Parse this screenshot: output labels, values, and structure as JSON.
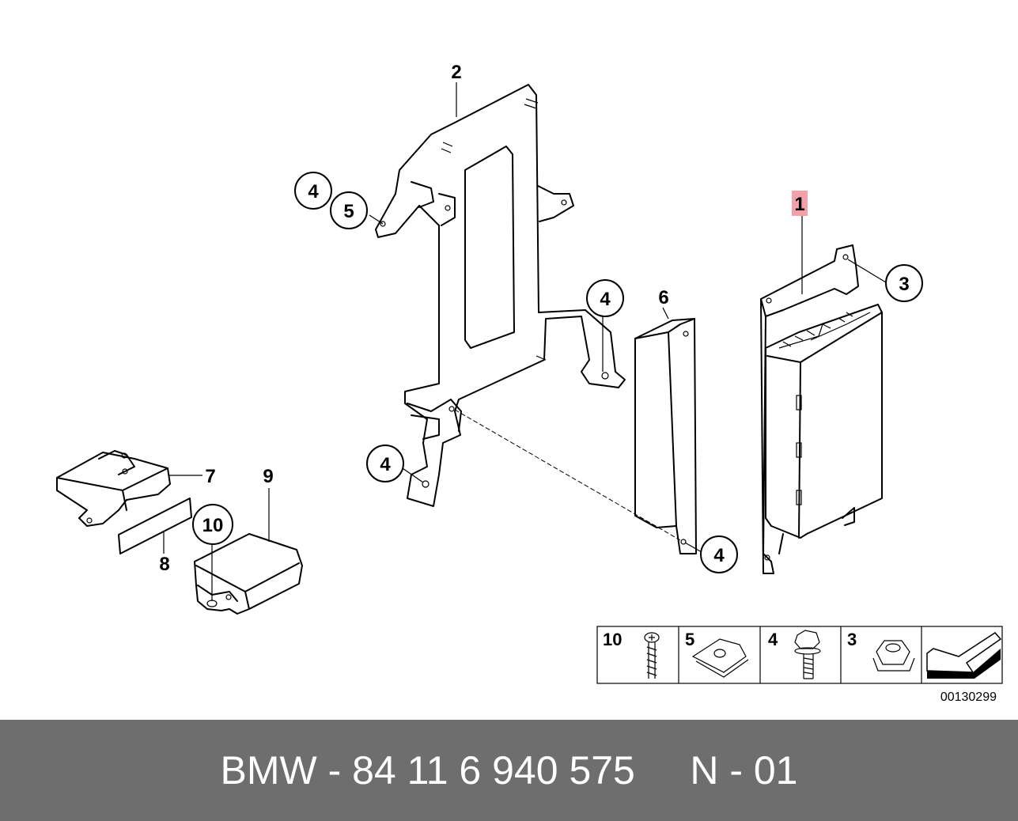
{
  "callouts": {
    "c1": "1",
    "c2": "2",
    "c3": "3",
    "c4a": "4",
    "c4b": "4",
    "c4c": "4",
    "c4d": "4",
    "c5": "5",
    "c6": "6",
    "c7": "7",
    "c8": "8",
    "c9": "9",
    "c10": "10"
  },
  "legend": {
    "items": [
      {
        "number": "10",
        "icon": "screw-icon"
      },
      {
        "number": "5",
        "icon": "clip-nut-icon"
      },
      {
        "number": "4",
        "icon": "bolt-icon"
      },
      {
        "number": "3",
        "icon": "hex-nut-icon"
      }
    ],
    "arrow_icon": "arrow-icon"
  },
  "diagram_id": "00130299",
  "footer": {
    "text": "BMW - 84 11 6 940 575     N - 01"
  },
  "colors": {
    "highlight": "#f4a0a8",
    "footer_bg": "#6e6e6e"
  }
}
